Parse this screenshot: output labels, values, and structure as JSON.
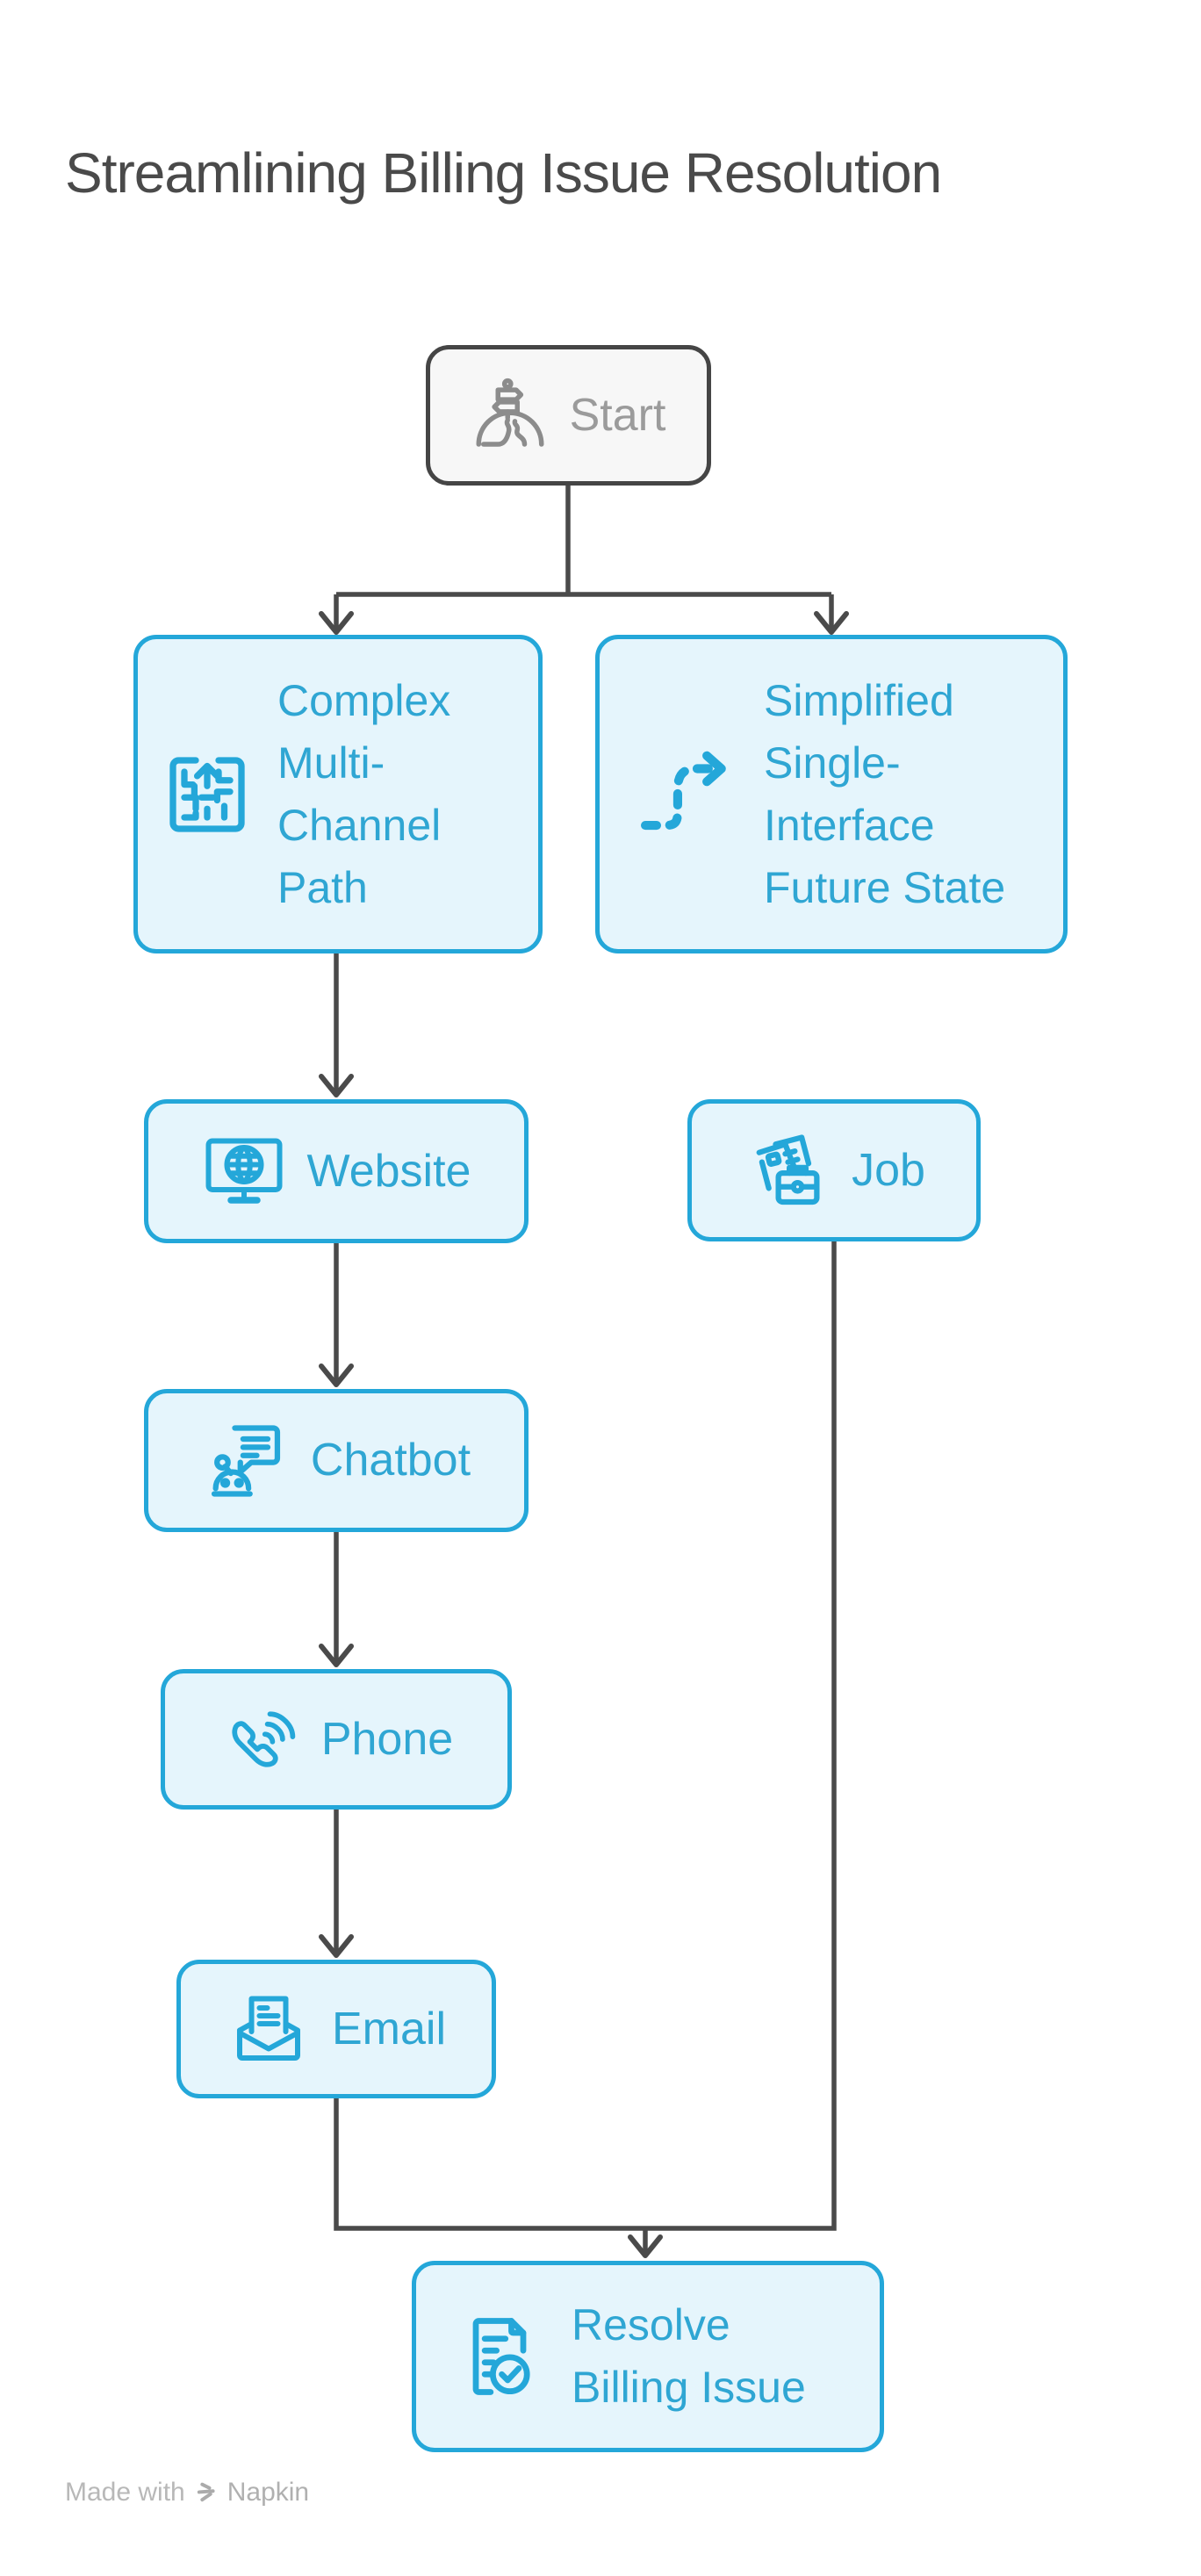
{
  "title": "Streamlining Billing Issue Resolution",
  "nodes": {
    "start": {
      "label": "Start",
      "icon": "journey-start-icon"
    },
    "complex": {
      "label": "Complex Multi-Channel Path",
      "icon": "maze-icon"
    },
    "simplified": {
      "label": "Simplified Single-Interface Future State",
      "icon": "dashed-route-icon"
    },
    "website": {
      "label": "Website",
      "icon": "monitor-globe-icon"
    },
    "chatbot": {
      "label": "Chatbot",
      "icon": "robot-chat-icon"
    },
    "phone": {
      "label": "Phone",
      "icon": "phone-handset-icon"
    },
    "email": {
      "label": "Email",
      "icon": "open-envelope-icon"
    },
    "job": {
      "label": "Job",
      "icon": "briefcase-papers-icon"
    },
    "resolve": {
      "label": "Resolve Billing Issue",
      "icon": "document-check-icon"
    }
  },
  "diagram": {
    "type": "flowchart",
    "edges": [
      {
        "from": "start",
        "to": "complex"
      },
      {
        "from": "start",
        "to": "simplified"
      },
      {
        "from": "complex",
        "to": "website"
      },
      {
        "from": "website",
        "to": "chatbot"
      },
      {
        "from": "chatbot",
        "to": "phone"
      },
      {
        "from": "phone",
        "to": "email"
      },
      {
        "from": "email",
        "to": "resolve"
      },
      {
        "from": "simplified",
        "to": "job"
      },
      {
        "from": "job",
        "to": "resolve"
      }
    ]
  },
  "colors": {
    "node_border": "#24A7D9",
    "node_fill": "#E5F5FC",
    "node_text": "#2FA6D3",
    "start_border": "#454545",
    "start_fill": "#F7F7F7",
    "start_text": "#9B9B9B",
    "start_icon": "#8C8C8C",
    "connector": "#4A4A4A",
    "title_text": "#4A4A4A",
    "footer_text": "#B8B8B8"
  },
  "footer": {
    "made_with": "Made with",
    "brand": "Napkin"
  }
}
